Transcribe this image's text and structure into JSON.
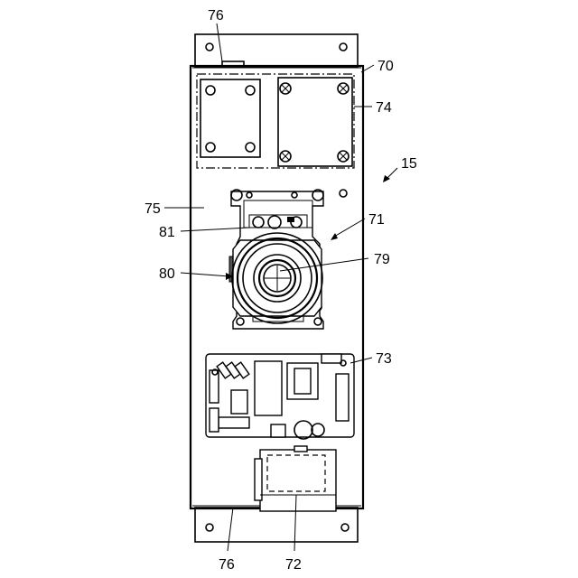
{
  "labels": {
    "l76_top": "76",
    "l70": "70",
    "l74": "74",
    "l15": "15",
    "l75": "75",
    "l81": "81",
    "l71": "71",
    "l80": "80",
    "l79": "79",
    "l73": "73",
    "l76_bottom": "76",
    "l72": "72"
  }
}
